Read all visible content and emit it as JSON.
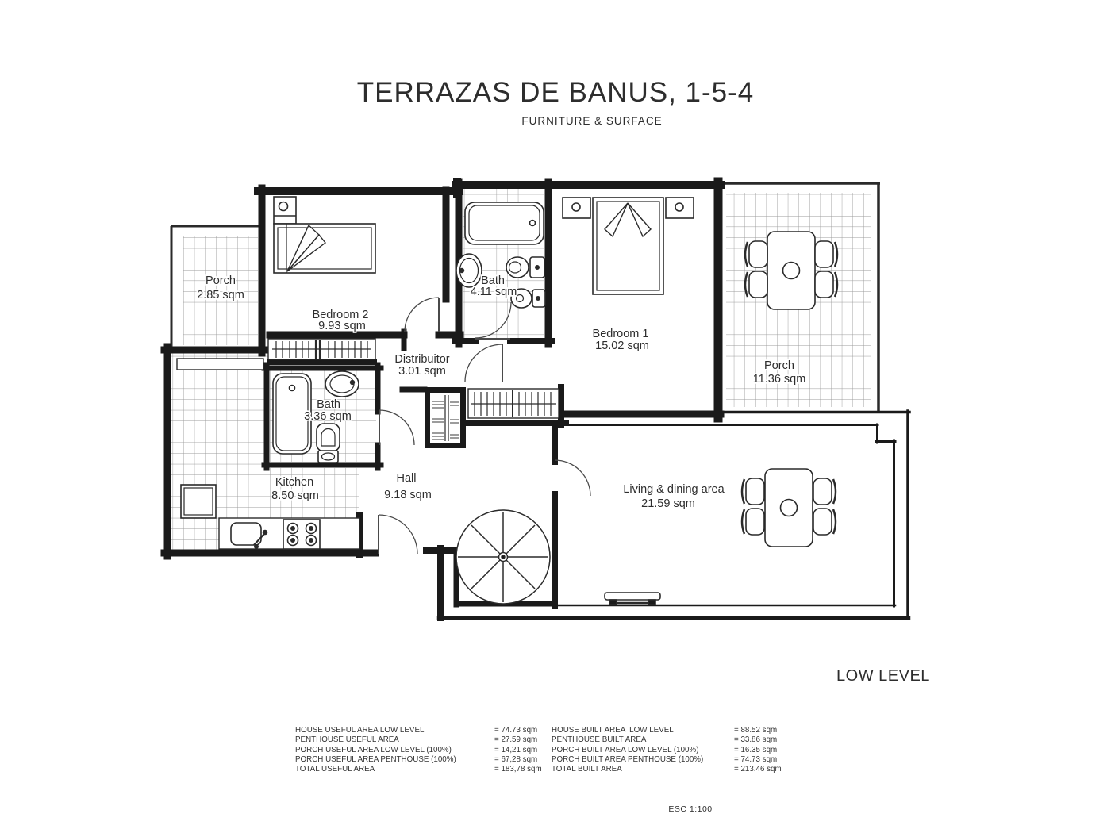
{
  "header": {
    "title": "TERRAZAS DE BANUS, 1-5-4",
    "subtitle": "FURNITURE & SURFACE"
  },
  "plan": {
    "level_label": "LOW LEVEL",
    "scale_label": "ESC  1:100",
    "rooms": [
      {
        "name": "Porch",
        "area": "2.85 sqm"
      },
      {
        "name": "Bedroom 2",
        "area": "9.93 sqm"
      },
      {
        "name": "Bath",
        "area": "4.11 sqm"
      },
      {
        "name": "Bedroom 1",
        "area": "15.02 sqm"
      },
      {
        "name": "Porch",
        "area": "11.36 sqm"
      },
      {
        "name": "Distribuitor",
        "area": "3.01 sqm"
      },
      {
        "name": "Bath",
        "area": "3.36 sqm"
      },
      {
        "name": "Kitchen",
        "area": "8.50 sqm"
      },
      {
        "name": "Hall",
        "area": "9.18 sqm"
      },
      {
        "name": "Living & dining area",
        "area": "21.59 sqm"
      }
    ]
  },
  "area_table": {
    "useful": [
      {
        "label": "HOUSE USEFUL AREA LOW LEVEL",
        "value": "= 74.73 sqm"
      },
      {
        "label": "PENTHOUSE USEFUL AREA",
        "value": "= 27.59 sqm"
      },
      {
        "label": "PORCH USEFUL AREA LOW LEVEL (100%)",
        "value": "= 14,21 sqm"
      },
      {
        "label": "PORCH USEFUL AREA PENTHOUSE (100%)",
        "value": "= 67,28 sqm"
      },
      {
        "label": "TOTAL USEFUL AREA",
        "value": "= 183,78 sqm"
      }
    ],
    "built": [
      {
        "label": "HOUSE BUILT AREA  LOW LEVEL",
        "value": "= 88.52 sqm"
      },
      {
        "label": "PENTHOUSE BUILT AREA",
        "value": "= 33.86 sqm"
      },
      {
        "label": "PORCH BUILT AREA LOW LEVEL (100%)",
        "value": "= 16.35 sqm"
      },
      {
        "label": "PORCH BUILT AREA PENTHOUSE (100%)",
        "value": "= 74.73 sqm"
      },
      {
        "label": "TOTAL BUILT AREA",
        "value": "= 213.46 sqm"
      }
    ]
  },
  "colors": {
    "wall": "#1a1a1a",
    "tile_line": "#9a9a9a",
    "text": "#2d2d2d"
  }
}
